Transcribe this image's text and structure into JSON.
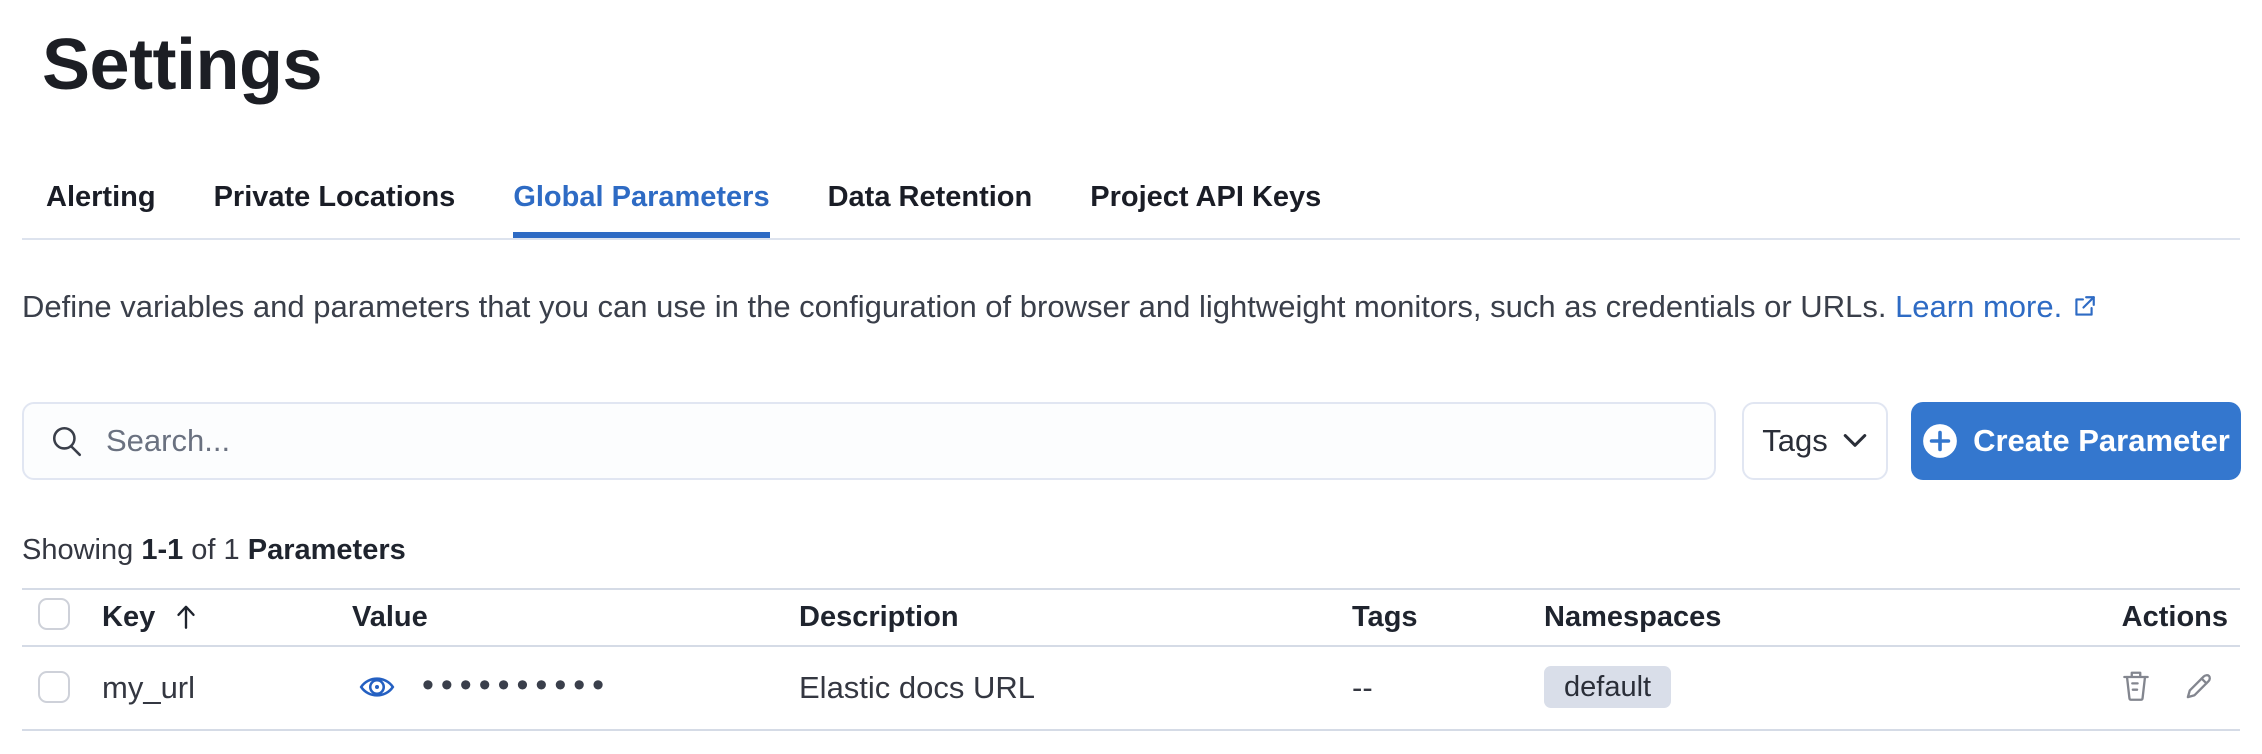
{
  "page": {
    "title": "Settings"
  },
  "tabs": [
    {
      "label": "Alerting"
    },
    {
      "label": "Private Locations"
    },
    {
      "label": "Global Parameters"
    },
    {
      "label": "Data Retention"
    },
    {
      "label": "Project API Keys"
    }
  ],
  "description": {
    "text": "Define variables and parameters that you can use in the configuration of browser and lightweight monitors, such as credentials or URLs.",
    "link_label": "Learn more."
  },
  "toolbar": {
    "search_placeholder": "Search...",
    "search_value": "",
    "tags_button_label": "Tags",
    "create_button_label": "Create Parameter"
  },
  "summary": {
    "prefix": "Showing",
    "range": "1-1",
    "middle": "of 1",
    "entity": "Parameters"
  },
  "table": {
    "columns": {
      "key": "Key",
      "value": "Value",
      "description": "Description",
      "tags": "Tags",
      "namespaces": "Namespaces",
      "actions": "Actions"
    },
    "sort": {
      "column": "Key",
      "direction": "ascending"
    },
    "rows": [
      {
        "key": "my_url",
        "masked_value": "••••••••••",
        "description": "Elastic docs URL",
        "tags": "--",
        "namespace": "default"
      }
    ]
  },
  "icons": {
    "search": "search-icon",
    "chevron_down": "chevron-down-icon",
    "plus_in_circle": "plus-in-circle-icon",
    "external_link": "external-link-icon",
    "eye": "eye-icon",
    "sort_up": "sort-ascending-icon",
    "trash": "trash-icon",
    "pencil": "pencil-icon"
  },
  "colors": {
    "accent_blue": "#2e6bc4",
    "button_blue": "#3477ce",
    "text_dark": "#343741",
    "divider": "#d5dbe6",
    "badge_bg": "#d9dee9",
    "icon_gray": "#83868f"
  }
}
